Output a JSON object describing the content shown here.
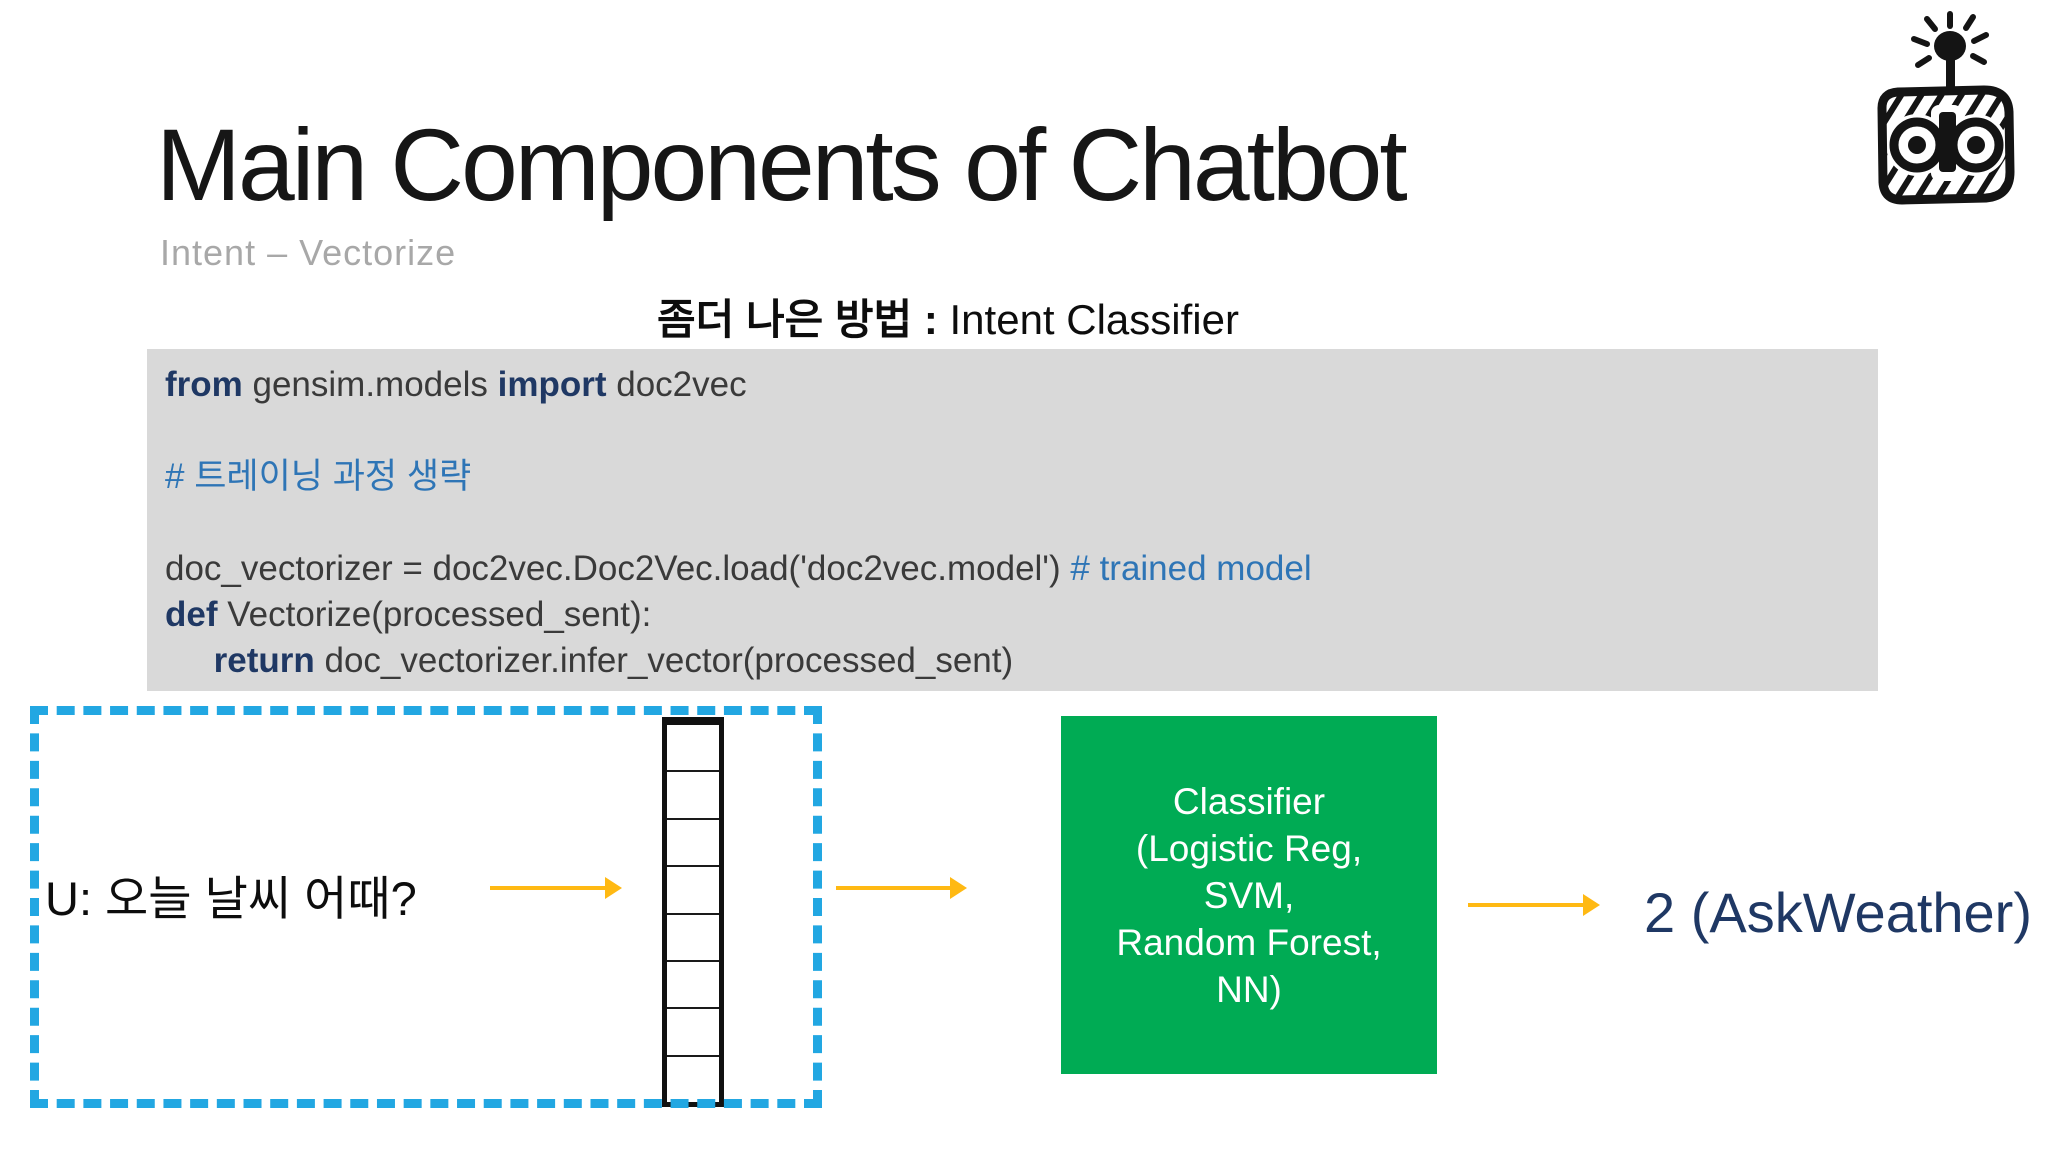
{
  "slide": {
    "title": "Main Components of Chatbot",
    "subtitle": "Intent – Vectorize",
    "section_heading": {
      "korean": "좀더 나은 방법 : ",
      "english": "Intent Classifier"
    }
  },
  "code_block": {
    "background": "#D9D9D9",
    "palette": {
      "keyword": "#1F3864",
      "comment": "#2E75B6",
      "plain": "#3A3A3A"
    },
    "lines": [
      [
        {
          "t": "from",
          "k": "keyword"
        },
        {
          "t": " gensim.models ",
          "k": "plain"
        },
        {
          "t": "import",
          "k": "keyword"
        },
        {
          "t": " doc2vec",
          "k": "plain"
        }
      ],
      [],
      [
        {
          "t": "# 트레이닝 과정 생략",
          "k": "comment"
        }
      ],
      [],
      [
        {
          "t": "doc_vectorizer = doc2vec.Doc2Vec.load('doc2vec.model') ",
          "k": "plain"
        },
        {
          "t": "# trained model",
          "k": "comment"
        }
      ],
      [
        {
          "t": "def",
          "k": "keyword"
        },
        {
          "t": " Vectorize(processed_sent):",
          "k": "plain"
        }
      ],
      [
        {
          "t": "     ",
          "k": "plain"
        },
        {
          "t": "return",
          "k": "keyword"
        },
        {
          "t": " doc_vectorizer.infer_vector(processed_sent)",
          "k": "plain"
        }
      ]
    ]
  },
  "diagram": {
    "dashed_border_color": "#22A7E2",
    "arrow_color": "#FFB913",
    "user_utterance": "U: 오늘 날씨 어때?",
    "vector_cell_count": 8,
    "classifier_box": {
      "background": "#00AB54",
      "text_color": "#FFFFFF",
      "lines": [
        "Classifier",
        "(Logistic Reg,",
        "SVM,",
        "Random Forest,",
        "NN)"
      ]
    },
    "output_label": "2 (AskWeather)",
    "output_color": "#1F3864"
  },
  "icons": {
    "robot": "robot-doodle-icon"
  }
}
